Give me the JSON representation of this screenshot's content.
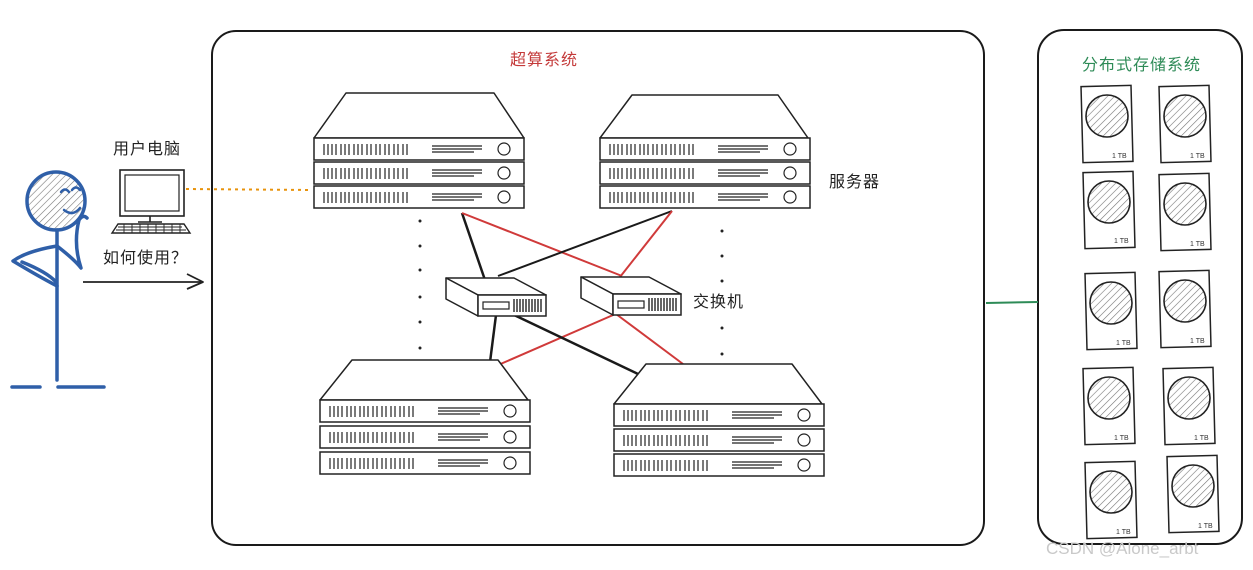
{
  "hpc_system": {
    "title": "超算系统"
  },
  "storage_system": {
    "title": "分布式存储系统",
    "disks": [
      "1 TB",
      "1 TB",
      "1 TB",
      "1 TB",
      "1 TB",
      "1 TB",
      "1 TB",
      "1 TB",
      "1 TB",
      "1 TB"
    ]
  },
  "user": {
    "pc_label": "用户电脑",
    "question": "如何使用？"
  },
  "labels": {
    "server": "服务器",
    "switch": "交换机"
  },
  "colors": {
    "hpc_title": "#c43a3a",
    "storage_title": "#2e8b57",
    "red_link": "#d03a3a",
    "black_link": "#1a1a1a",
    "dotted_link": "#e8930c",
    "storage_link": "#2e8b57",
    "person": "#2f5fa8"
  },
  "watermark": "CSDN @Alone_arbt"
}
